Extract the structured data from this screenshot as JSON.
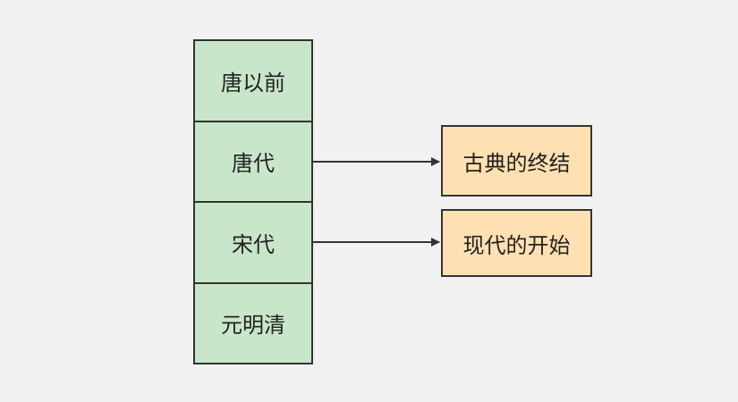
{
  "eras": [
    {
      "label": "唐以前"
    },
    {
      "label": "唐代"
    },
    {
      "label": "宋代"
    },
    {
      "label": "元明清"
    }
  ],
  "notes": [
    {
      "label": "古典的终结"
    },
    {
      "label": "现代的开始"
    }
  ],
  "colors": {
    "background": "#f1f1f1",
    "era_fill": "#c8e6c9",
    "note_fill": "#ffe0b2",
    "stroke": "#333333"
  }
}
